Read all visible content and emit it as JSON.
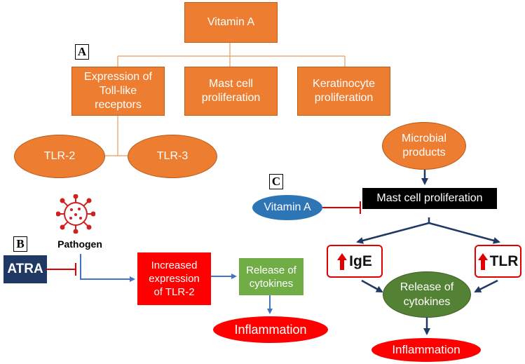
{
  "panel_a": {
    "label": "A",
    "root": "Vitamin A",
    "children": [
      "Expression of Toll-like receptors",
      "Mast cell proliferation",
      "Keratinocyte proliferation"
    ],
    "tlr": [
      "TLR-2",
      "TLR-3"
    ]
  },
  "panel_b": {
    "label": "B",
    "atra": "ATRA",
    "pathogen": "Pathogen",
    "increased": "Increased expression of TLR-2",
    "release": "Release of cytokines",
    "inflammation": "Inflammation"
  },
  "panel_c": {
    "label": "C",
    "microbial": "Microbial products",
    "vitamin_a": "Vitamin A",
    "mast_cell": "Mast cell proliferation",
    "ige": "IgE",
    "tlr": "TLR",
    "release": "Release of cytokines",
    "inflammation": "Inflammation"
  },
  "colors": {
    "orange": "#ED7D31",
    "navy": "#1F3864",
    "red": "#E00000",
    "green": "#70AD47",
    "dark_green": "#548235",
    "blue": "#2E75B6",
    "arrow_blue": "#4472C4"
  }
}
